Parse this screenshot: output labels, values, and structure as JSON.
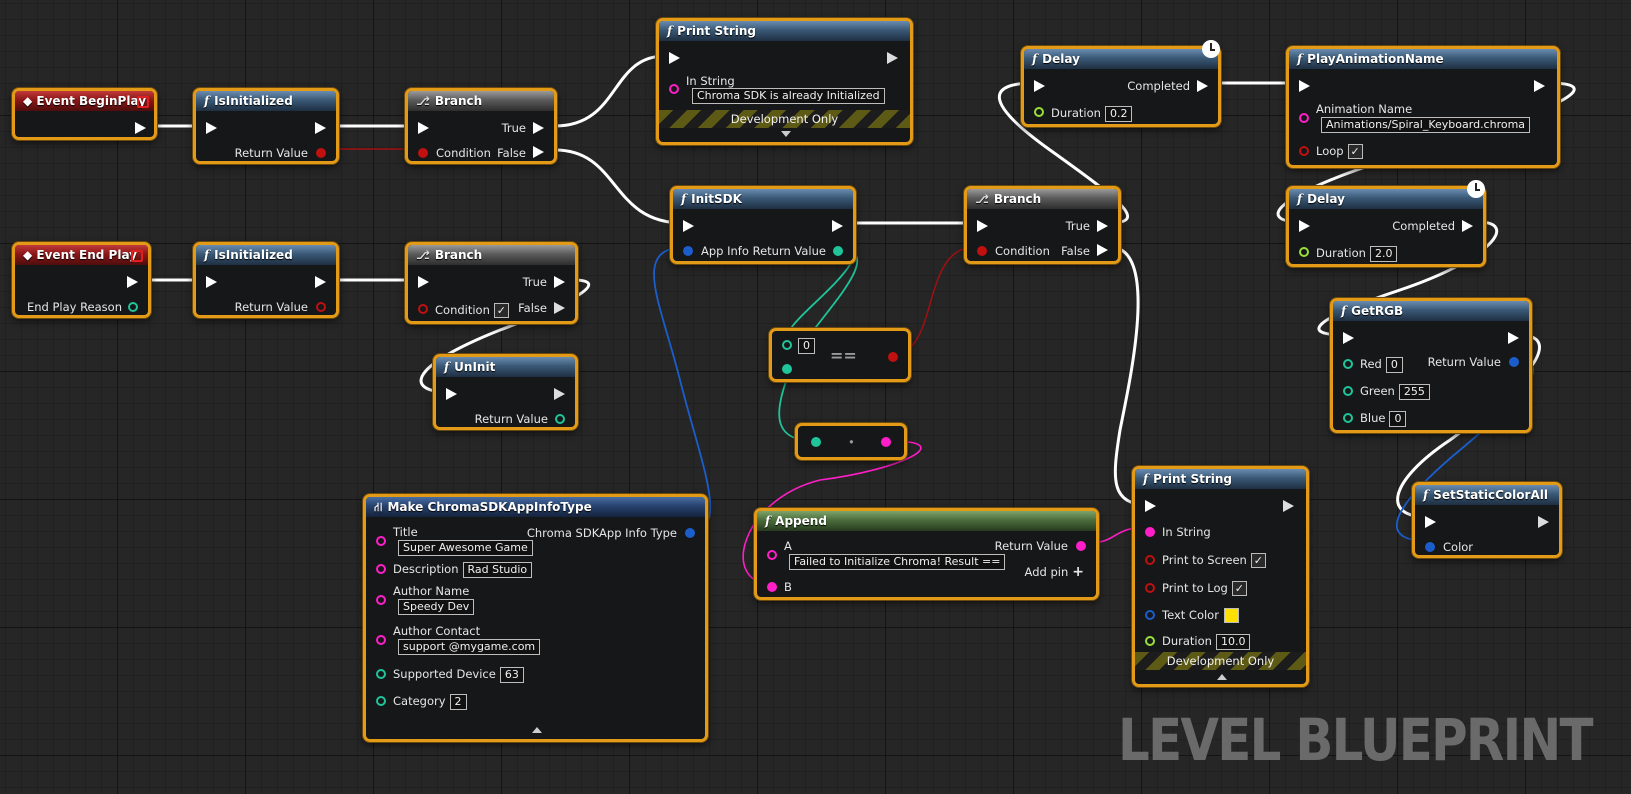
{
  "watermark": "LEVEL BLUEPRINT",
  "colors": {
    "node_border": "#e39a16",
    "exec_wire": "#ffffff",
    "bool_pin": "#c01010",
    "int_pin": "#1fc49a",
    "string_pin": "#ff1ec8",
    "struct_pin": "#1b5ecb",
    "float_pin": "#9adf39"
  },
  "event_beginplay": {
    "title": "Event BeginPlay"
  },
  "isinit1": {
    "title": "IsInitialized",
    "return_value": "Return Value"
  },
  "branch1": {
    "title": "Branch",
    "true": "True",
    "false": "False",
    "condition": "Condition"
  },
  "print1": {
    "title": "Print String",
    "in_string": "In String",
    "value": "Chroma SDK is already Initialized",
    "dev_only": "Development Only"
  },
  "event_endplay": {
    "title": "Event End Play",
    "end_reason": "End Play Reason"
  },
  "isinit2": {
    "title": "IsInitialized",
    "return_value": "Return Value"
  },
  "branch2": {
    "title": "Branch",
    "true": "True",
    "false": "False",
    "condition": "Condition"
  },
  "uninit": {
    "title": "UnInit",
    "return_value": "Return Value"
  },
  "initsdk": {
    "title": "InitSDK",
    "app_info": "App Info",
    "return_value": "Return Value"
  },
  "equals": {
    "a_value": "0",
    "op": "=="
  },
  "branch3": {
    "title": "Branch",
    "true": "True",
    "false": "False",
    "condition": "Condition"
  },
  "convert": {
    "dot": "•"
  },
  "make_info": {
    "title": "Make ChromaSDKAppInfoType",
    "output": "Chroma SDKApp Info Type",
    "fields": [
      {
        "label": "Title",
        "value": "Super Awesome Game"
      },
      {
        "label": "Description",
        "value": "Rad Studio"
      },
      {
        "label": "Author Name",
        "value": "Speedy Dev"
      },
      {
        "label": "Author Contact",
        "value": "support @mygame.com"
      },
      {
        "label": "Supported Device",
        "value": "63"
      },
      {
        "label": "Category",
        "value": "2"
      }
    ]
  },
  "append": {
    "title": "Append",
    "a": "A",
    "a_value": "Failed to Initialize Chroma! Result ==",
    "b": "B",
    "return_value": "Return Value",
    "add_pin": "Add pin"
  },
  "delay1": {
    "title": "Delay",
    "completed": "Completed",
    "duration": "Duration",
    "value": "0.2"
  },
  "play_anim": {
    "title": "PlayAnimationName",
    "anim_name": "Animation Name",
    "anim_value": "Animations/Spiral_Keyboard.chroma",
    "loop": "Loop",
    "loop_checked": true
  },
  "delay2": {
    "title": "Delay",
    "completed": "Completed",
    "duration": "Duration",
    "value": "2.0"
  },
  "getrgb": {
    "title": "GetRGB",
    "red": "Red",
    "red_value": "0",
    "green": "Green",
    "green_value": "255",
    "blue": "Blue",
    "blue_value": "0",
    "return_value": "Return Value"
  },
  "set_static": {
    "title": "SetStaticColorAll",
    "color": "Color"
  },
  "print2": {
    "title": "Print String",
    "in_string": "In String",
    "print_screen": "Print to Screen",
    "print_log": "Print to Log",
    "text_color": "Text Color",
    "duration": "Duration",
    "duration_value": "10.0",
    "dev_only": "Development Only",
    "text_color_hex": "#ffe000"
  }
}
